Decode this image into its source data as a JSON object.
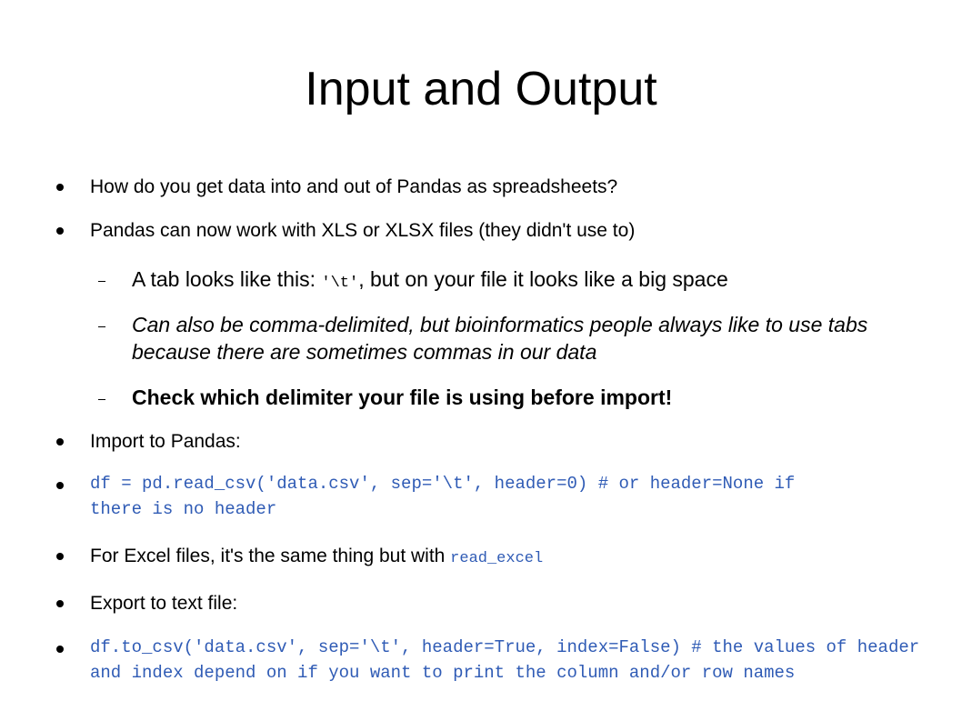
{
  "slide": {
    "title": "Input and Output",
    "bullets": [
      {
        "text": "How do you get data into and out of Pandas as spreadsheets?"
      },
      {
        "text": "Pandas can now work with XLS or XLSX files (they didn't use to)"
      },
      {
        "sub1_pre": "A tab looks like this: ",
        "sub1_code": "'\\t'",
        "sub1_post": ", but on your file it looks like a big space"
      },
      {
        "sub2_text": "Can also be comma-delimited,  but bioinformatics people always like to use tabs because there are sometimes commas in our data"
      },
      {
        "sub3_text": "Check which delimiter your file is using before import!"
      },
      {
        "text": "Import to Pandas:"
      },
      {
        "code": "df = pd.read_csv('data.csv', sep='\\t', header=0) # or header=None if there is no header"
      },
      {
        "pre": "For Excel files, it's the same thing but with ",
        "code": "read_excel"
      },
      {
        "text": "Export to text file:"
      },
      {
        "code": "df.to_csv('data.csv', sep='\\t', header=True, index=False) # the values of header and index depend on if you want to print the column and/or row names"
      }
    ]
  }
}
